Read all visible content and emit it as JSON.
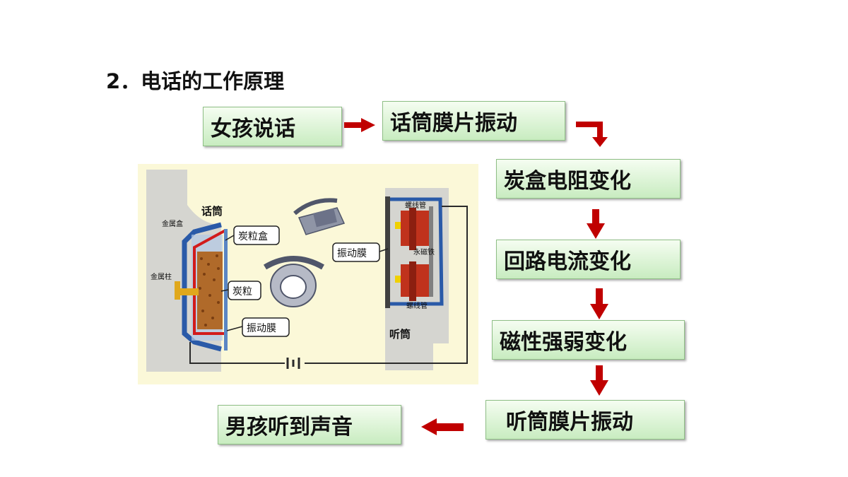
{
  "heading": "2．电话的工作原理",
  "flow": {
    "step1": "女孩说话",
    "step2": "话筒膜片振动",
    "step3": "炭盒电阻变化",
    "step4": "回路电流变化",
    "step5": "磁性强弱变化",
    "step6": "听筒膜片振动",
    "step7": "男孩听到声音"
  },
  "diagram_labels": {
    "microphone": "话筒",
    "metal_box": "金属盒",
    "metal_post": "金属柱",
    "carbon_box": "炭粒盒",
    "carbon_grains": "炭粒",
    "diaphragm_mic": "振动膜",
    "diaphragm_receiver": "振动膜",
    "solenoid_top": "螺线管",
    "solenoid_bottom": "螺线管",
    "magnet": "永磁铁",
    "receiver": "听筒"
  },
  "colors": {
    "arrow": "#c00000",
    "box_top": "#f5fdf1",
    "box_bottom": "#c8ecc0",
    "diagram_bg": "#fbf8d8"
  }
}
